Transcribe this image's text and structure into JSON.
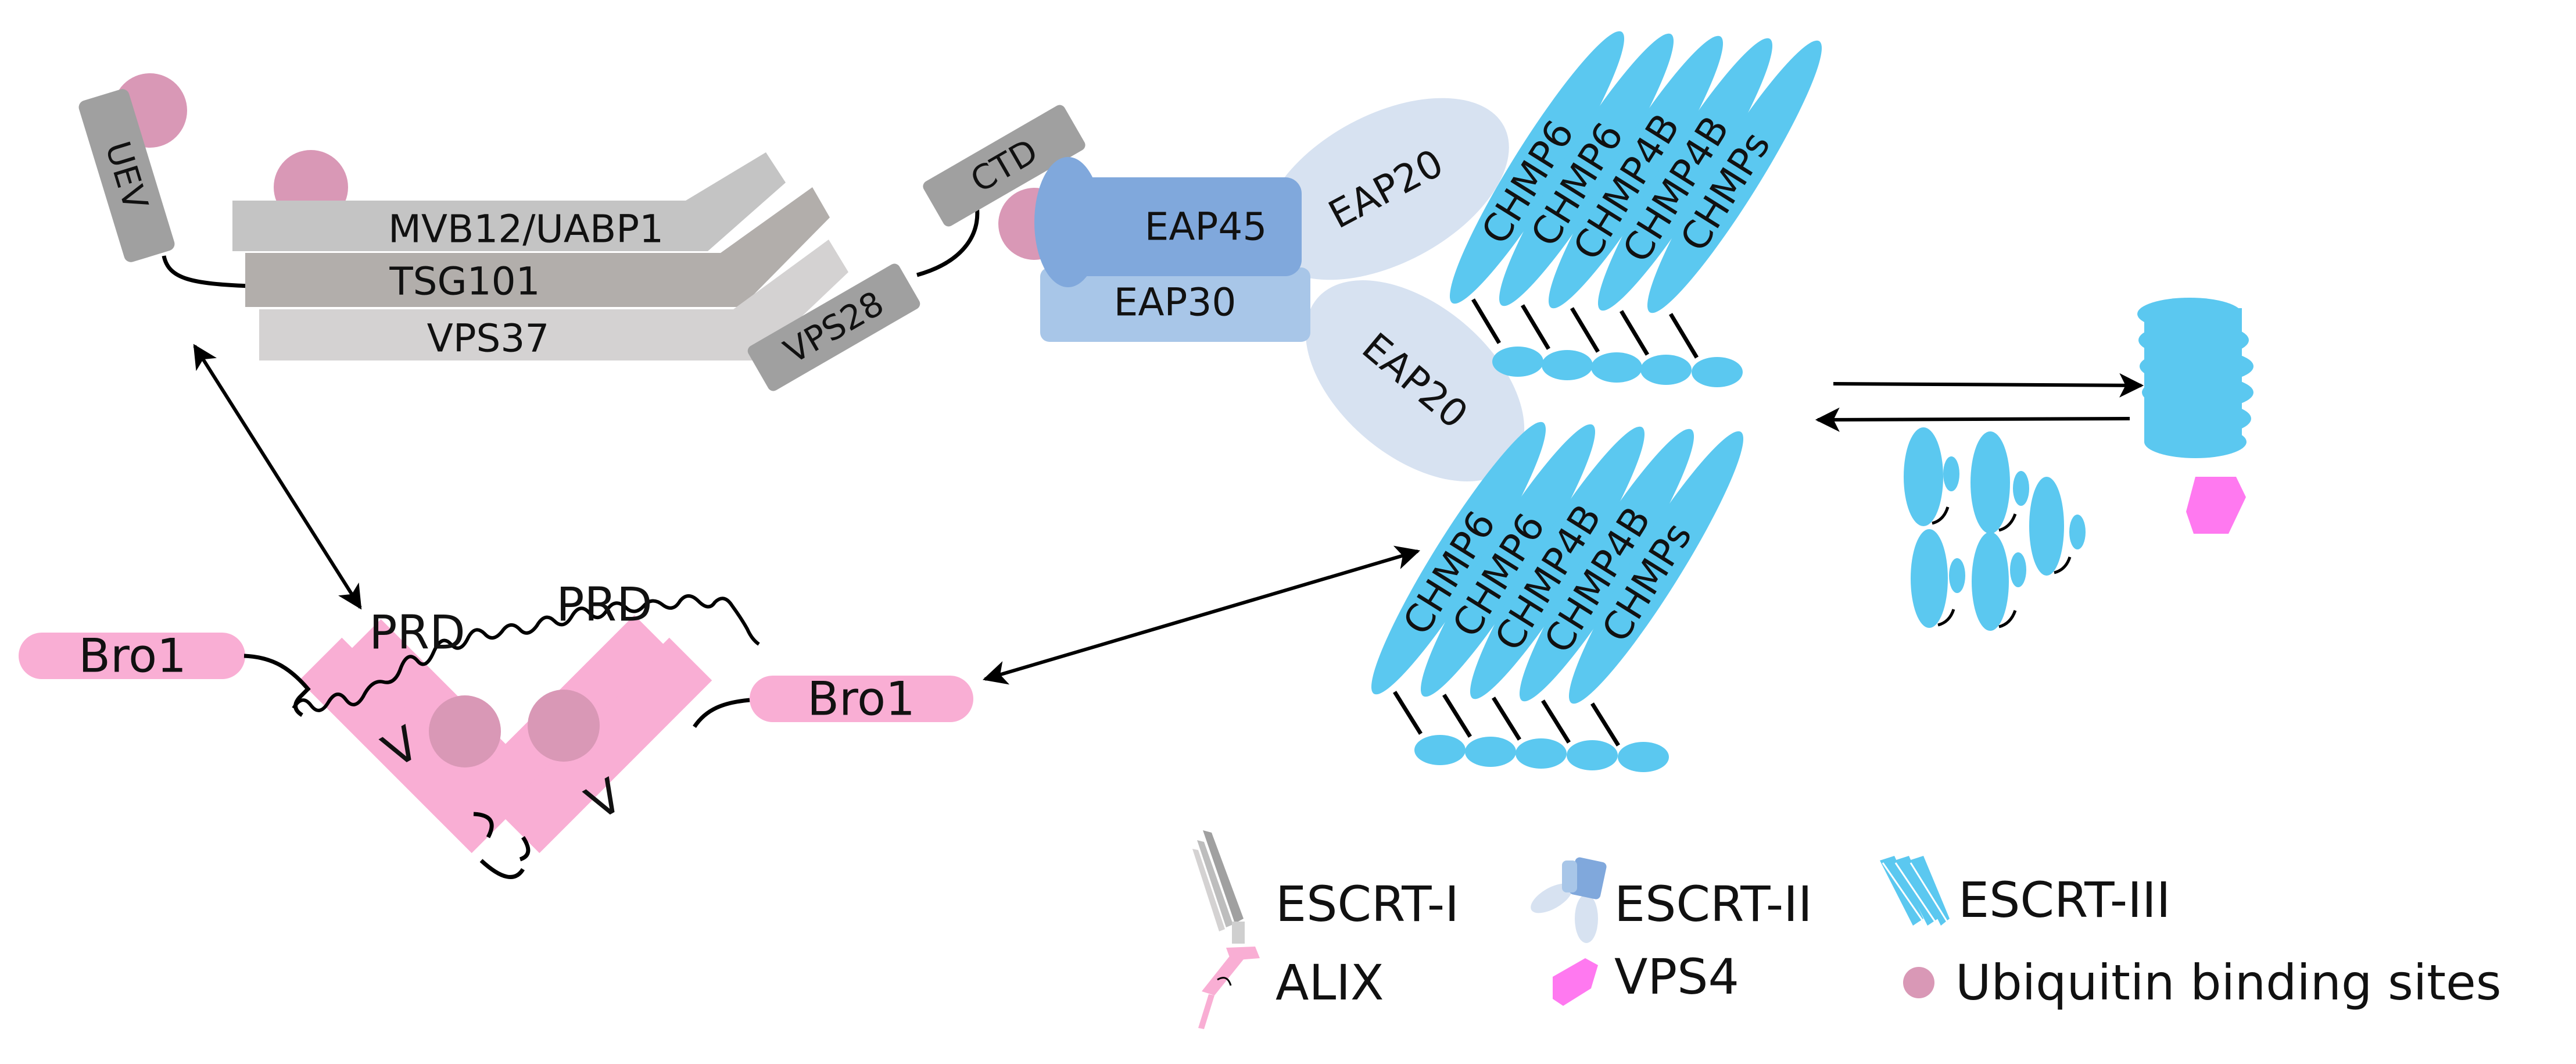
{
  "colors": {
    "escrt1_light": "#cfcfcf",
    "escrt1_mid": "#b4b2b0",
    "escrt1_dark": "#a0a0a0",
    "ubiquitin": "#d998b6",
    "eap45": "#80a8dc",
    "eap30": "#a8c6e8",
    "eap20": "#d7e2f1",
    "escrt3": "#5bc8f0",
    "alix": "#f9aed4",
    "vps4": "#ff79f0"
  },
  "escrt1": {
    "uev": "UEV",
    "mvb12": "MVB12/UABP1",
    "tsg101": "TSG101",
    "vps37": "VPS37",
    "vps28": "VPS28",
    "ctd": "CTD"
  },
  "escrt2": {
    "eap45": "EAP45",
    "eap30": "EAP30",
    "eap20_top": "EAP20",
    "eap20_bottom": "EAP20"
  },
  "escrt3_top": [
    "CHMP6",
    "CHMP6",
    "CHMP4B",
    "CHMP4B",
    "CHMPs"
  ],
  "escrt3_bottom": [
    "CHMP6",
    "CHMP6",
    "CHMP4B",
    "CHMP4B",
    "CHMPs"
  ],
  "alix": {
    "bro1_left": "Bro1",
    "bro1_right": "Bro1",
    "prd_left": "PRD",
    "prd_right": "PRD",
    "v_left": "V",
    "v_right": "V"
  },
  "legend": {
    "escrt1": "ESCRT-I",
    "escrt2": "ESCRT-II",
    "escrt3": "ESCRT-III",
    "alix": "ALIX",
    "vps4": "VPS4",
    "ubiquitin": "Ubiquitin binding sites"
  }
}
